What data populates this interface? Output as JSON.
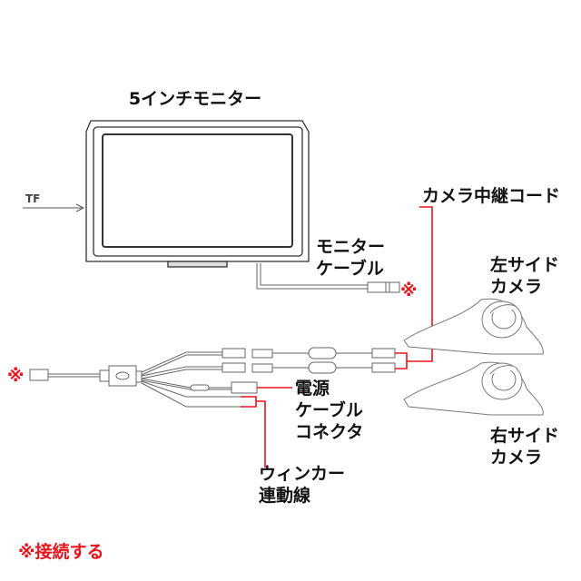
{
  "labels": {
    "monitor": "5インチモニター",
    "tf": "TF",
    "relay_cord": "カメラ中継コード",
    "monitor_cable": [
      "モニター",
      "ケーブル"
    ],
    "left_camera": [
      "左サイド",
      "カメラ"
    ],
    "right_camera": [
      "右サイド",
      "カメラ"
    ],
    "power_connector": [
      "電源",
      "ケーブル",
      "コネクタ"
    ],
    "blinker_line": [
      "ウィンカー",
      "連動線"
    ],
    "connect_mark": "※",
    "connect_note": "※接続する"
  },
  "colors": {
    "accent": "#e8141b",
    "line": "#555555"
  }
}
